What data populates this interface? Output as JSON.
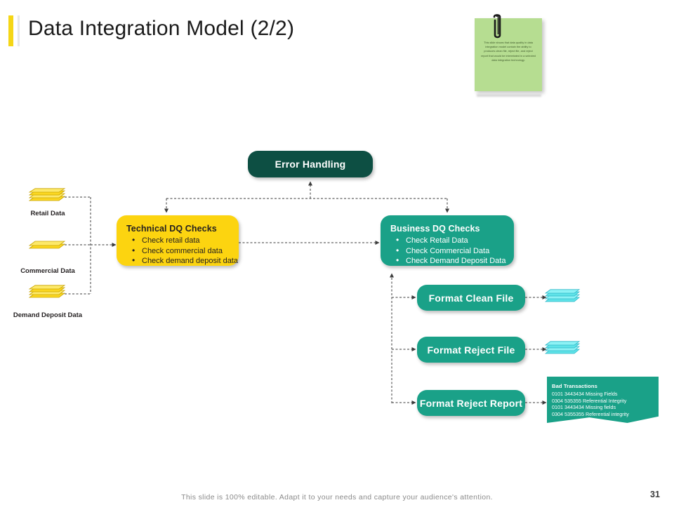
{
  "slide": {
    "title": "Data Integration Model (2/2)",
    "footer_note": "This slide is 100% editable. Adapt it to your needs and capture your audience's attention.",
    "page_number": "31"
  },
  "sticky_note": {
    "icon": "paperclip-icon",
    "text": "This slide shows that data quality in data integration model contain the ability to produces clean file, reject file, and reject report that would be interrelated in a selected data integration technology.",
    "color": "#b6dd91"
  },
  "diagram": {
    "error_handling": {
      "label": "Error Handling",
      "color": "#0d4f43"
    },
    "technical_dq_checks": {
      "title": "Technical DQ Checks",
      "color": "#fcd410",
      "items": [
        "Check retail  data",
        "Check commercial  data",
        "Check demand deposit data"
      ]
    },
    "business_dq_checks": {
      "title": "Business DQ Checks",
      "color": "#1aa188",
      "items": [
        "Check Retail  Data",
        "Check Commercial  Data",
        "Check Demand  Deposit  Data"
      ]
    },
    "data_sources": [
      {
        "label": "Retail Data",
        "icon": "data-stack-icon"
      },
      {
        "label": "Commercial Data",
        "icon": "data-stack-icon"
      },
      {
        "label": "Demand Deposit Data",
        "icon": "data-stack-icon"
      }
    ],
    "outputs": [
      {
        "label": "Format Clean File",
        "icon": "file-stack-icon"
      },
      {
        "label": "Format Reject File",
        "icon": "file-stack-icon"
      },
      {
        "label": "Format Reject Report",
        "icon": "report-icon"
      }
    ],
    "bad_transactions": {
      "title": "Bad Transactions",
      "color": "#1aa188",
      "lines": [
        "0101 3443434 Missing Fields",
        "0304 535355 Referential Integrity",
        "0101 3443434 Missing fields",
        "0304 5355355 Referential integrity"
      ]
    }
  },
  "colors": {
    "accent_yellow": "#f5d616",
    "node_yellow": "#fcd410",
    "teal": "#1aa188",
    "dark_teal": "#0d4f43",
    "cyan": "#63e6e6",
    "note_green": "#b6dd91"
  }
}
